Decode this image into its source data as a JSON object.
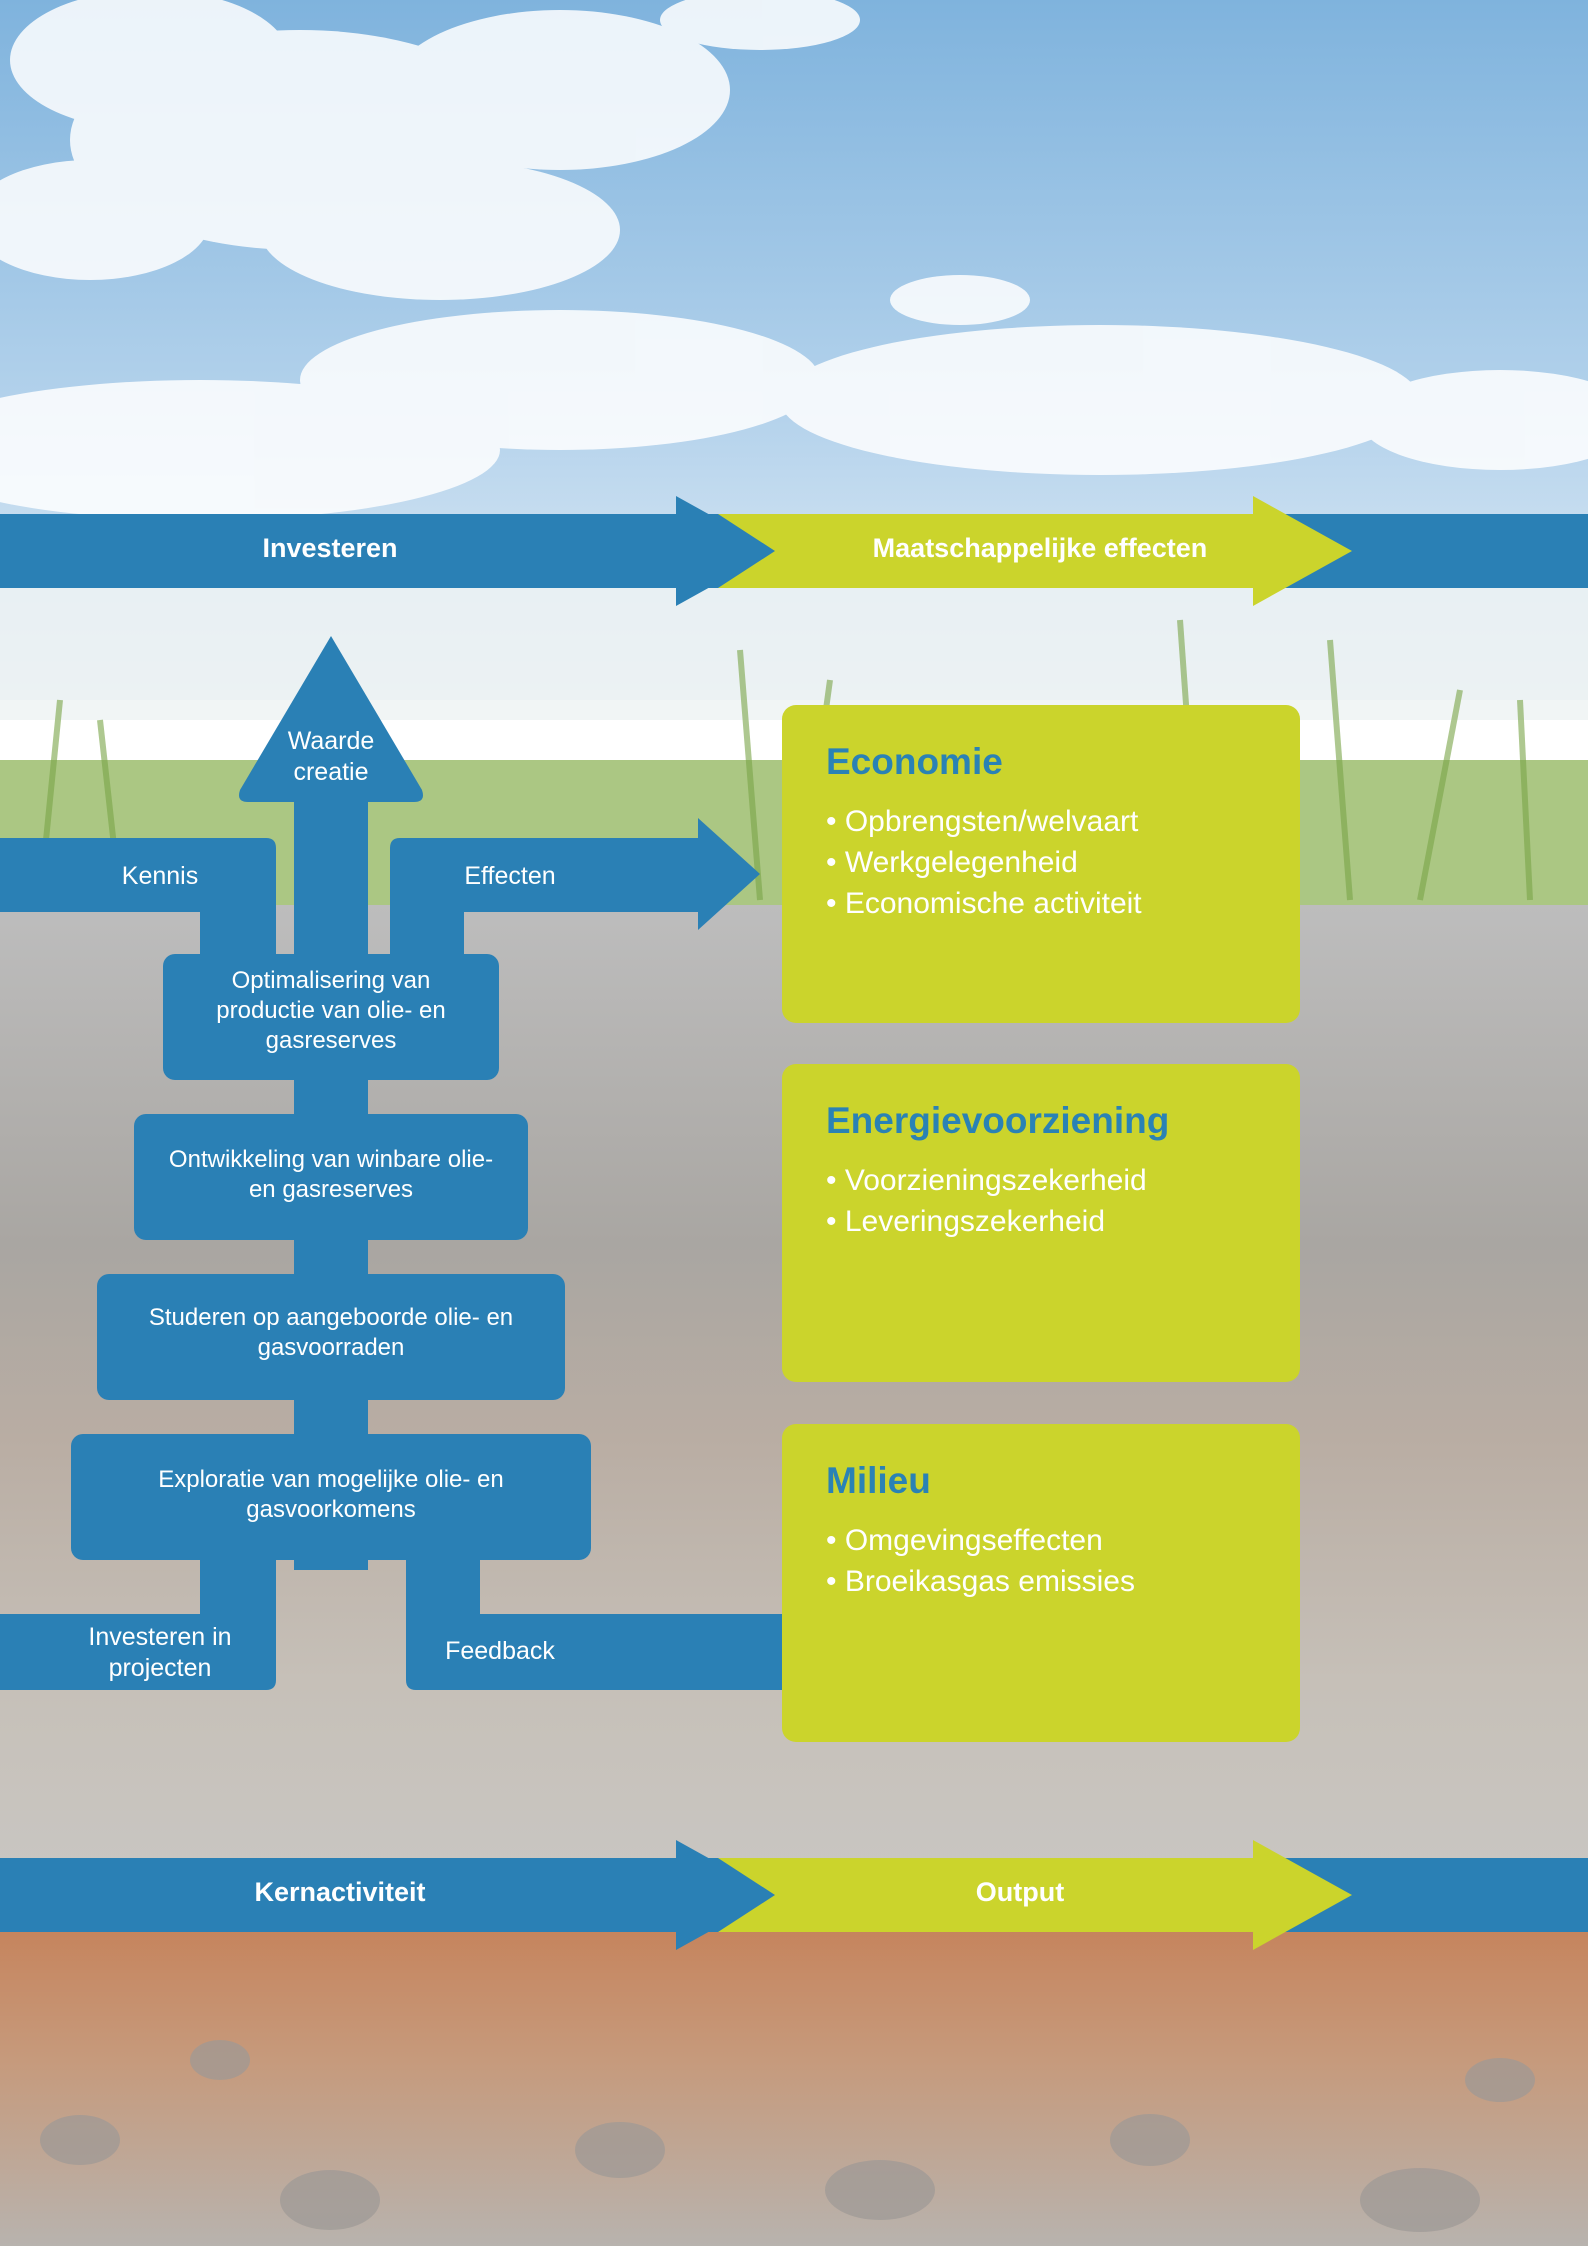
{
  "colors": {
    "blue": "#2a80b5",
    "lime": "#cbd42c",
    "text": "#ffffff"
  },
  "top_band": {
    "left_label": "Investeren",
    "right_label": "Maatschappelijke effecten"
  },
  "bottom_band": {
    "left_label": "Kernactiviteit",
    "right_label": "Output"
  },
  "flow": {
    "top_label": "Waarde creatie",
    "left_branch": "Kennis",
    "right_branch": "Effecten",
    "bottom_left": "Investeren in projecten",
    "bottom_right": "Feedback",
    "steps": [
      "Optimalisering van productie van olie- en gasreserves",
      "Ontwikkeling van winbare olie- en gasreserves",
      "Studeren op aangeboorde olie- en gasvoorraden",
      "Exploratie van mogelijke olie- en gasvoorkomens"
    ]
  },
  "cards": [
    {
      "title": "Economie",
      "items": [
        "Opbrengsten/welvaart",
        "Werkgelegenheid",
        "Economische activiteit"
      ]
    },
    {
      "title": "Energievoorziening",
      "items": [
        "Voorzieningszekerheid",
        "Leveringszekerheid"
      ]
    },
    {
      "title": "Milieu",
      "items": [
        "Omgevingseffecten",
        "Broeikasgas emissies"
      ]
    }
  ]
}
